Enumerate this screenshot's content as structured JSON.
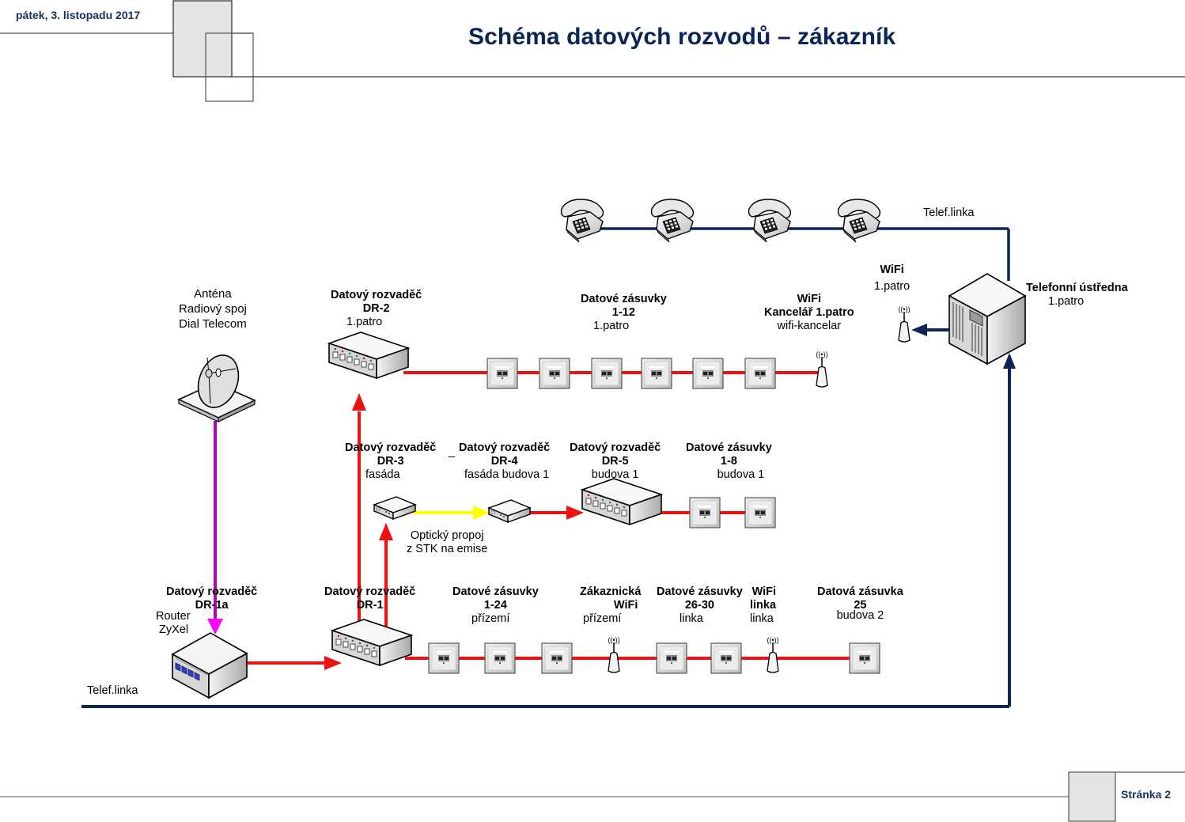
{
  "header": {
    "date": "pátek, 3. listopadu 2017",
    "title": "Schéma datových rozvodů – zákazník"
  },
  "footer": {
    "page": "Stránka 2"
  },
  "colors": {
    "title_blue": "#0c2557",
    "phone_line": "#0c2557",
    "data_line": "#ee1111",
    "optical_line": "#ffff00",
    "antenna_line": "#b000b8",
    "router_arrow": "#ff00ff",
    "page_box_fill": "#e4e4e4"
  },
  "labels": {
    "telef_top": "Telef.linka",
    "telef_bottom": "Telef.linka",
    "wifi_ustredna": {
      "title": "WiFi",
      "sub": "1.patro"
    },
    "ustredna": {
      "title": "Telefonní ústředna",
      "sub": "1.patro"
    },
    "antenna": {
      "line1": "Anténa",
      "line2": "Radiový spoj",
      "line3": "Dial Telecom"
    },
    "dr2": {
      "title": "Datový rozvaděč",
      "code": "DR-2",
      "sub": "1.patro"
    },
    "zasuvky_1_12": {
      "title": "Datové zásuvky",
      "code": "1-12",
      "sub": "1.patro"
    },
    "wifi_kancelar": {
      "title": "WiFi",
      "code": "Kancelář 1.patro",
      "sub": "wifi-kancelar"
    },
    "dr3": {
      "title": "Datový rozvaděč",
      "code": "DR-3",
      "sub": "fasáda"
    },
    "dash": "_",
    "dr4": {
      "title": "Datový rozvaděč",
      "code": "DR-4",
      "sub": "fasáda budova 1"
    },
    "dr5": {
      "title": "Datový rozvaděč",
      "code": "DR-5",
      "sub": "budova 1"
    },
    "zasuvky_1_8": {
      "title": "Datové zásuvky",
      "code": "1-8",
      "sub": "budova 1"
    },
    "opticky": {
      "line1": "Optický propoj",
      "line2": "z STK na emise"
    },
    "dr1a": {
      "title": "Datový rozvaděč",
      "code": "DR-1a"
    },
    "router": {
      "line1": "Router",
      "line2": "ZyXel"
    },
    "dr1": {
      "title": "Datový rozvaděč",
      "code": "DR-1"
    },
    "zasuvky_1_24": {
      "title": "Datové zásuvky",
      "code": "1-24",
      "sub": "přízemí"
    },
    "wifi_zakaznicka": {
      "title": "Zákaznická",
      "code": "WiFi",
      "sub": "přízemí"
    },
    "zasuvky_26_30": {
      "title": "Datové zásuvky",
      "code": "26-30",
      "sub": "linka"
    },
    "wifi_linka": {
      "title": "WiFi",
      "code": "linka",
      "sub": "linka"
    },
    "zasuvka_25": {
      "title": "Datová zásuvka",
      "code": "25",
      "sub": "budova 2"
    }
  },
  "icons": {
    "phones": [
      "telephone-icon",
      "telephone-icon",
      "telephone-icon",
      "telephone-icon"
    ],
    "pbx": "pbx-server-icon",
    "access_point": "wifi-access-point-icon",
    "switch": "network-switch-icon",
    "socket": "network-socket-icon",
    "antenna": "satellite-dish-icon",
    "router": "router-icon",
    "media_converter": "media-converter-icon"
  }
}
